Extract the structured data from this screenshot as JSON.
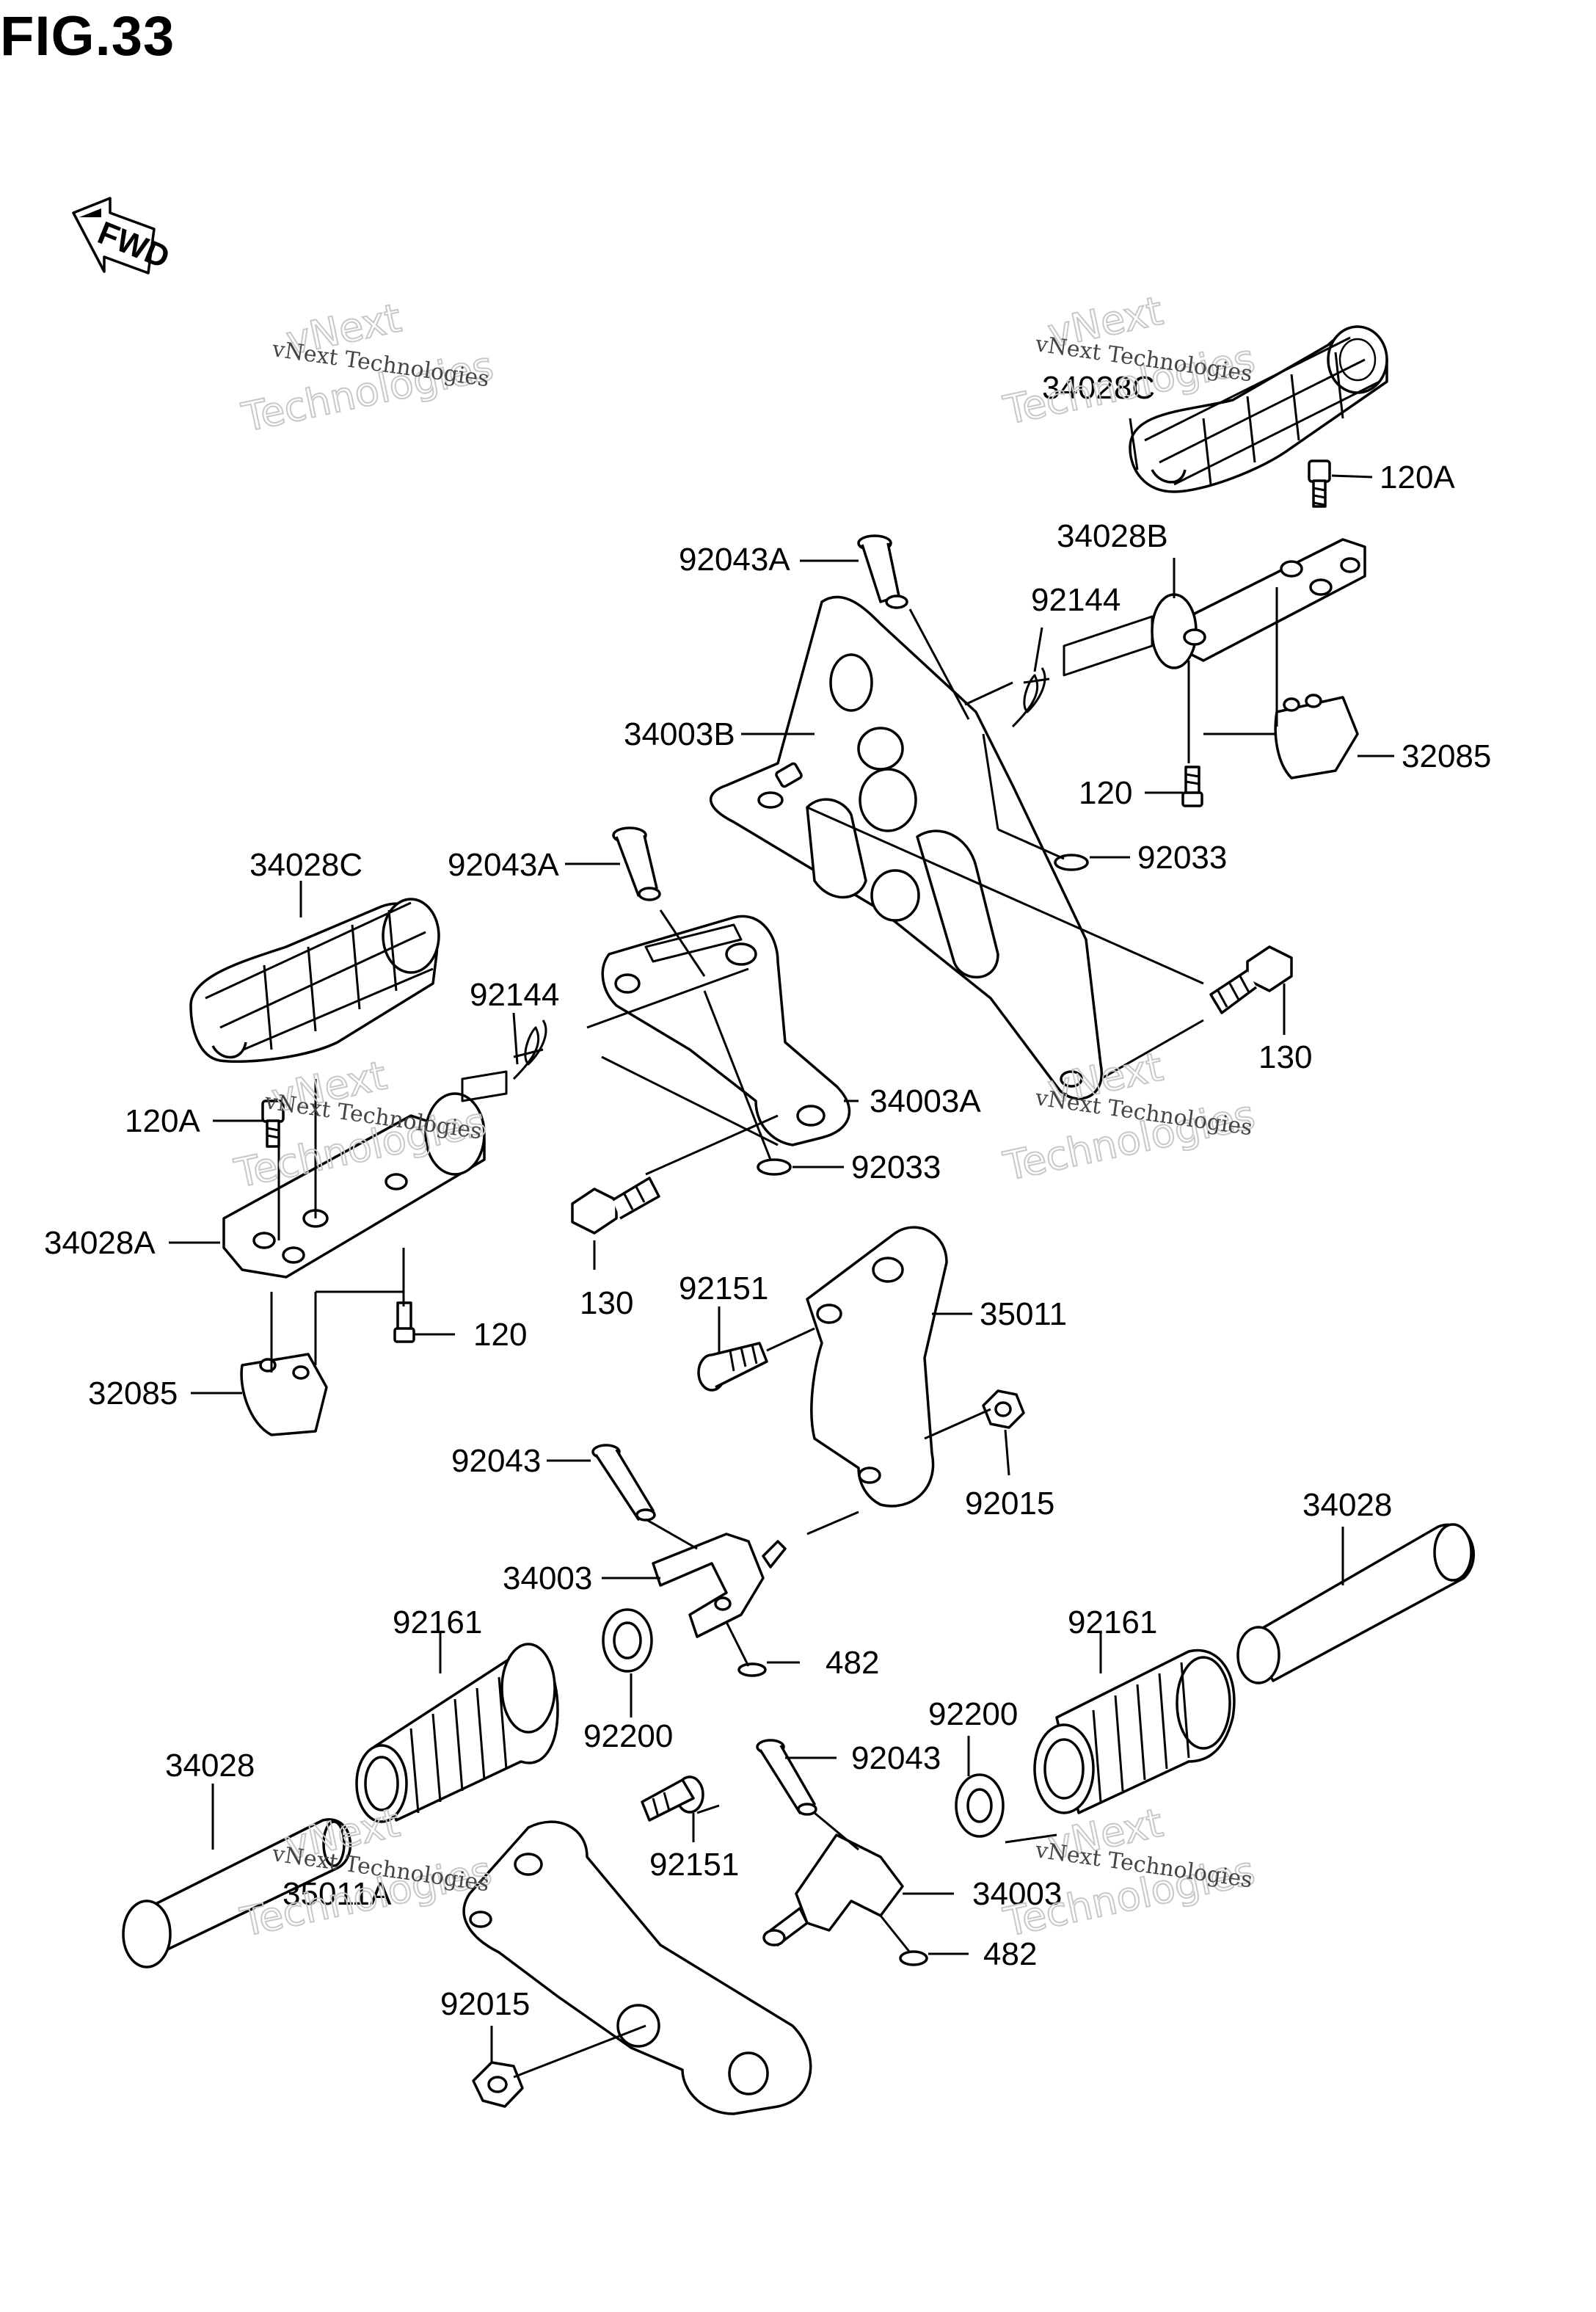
{
  "figure": {
    "title": "FIG.33"
  },
  "fwd_label": "FWD",
  "watermark": {
    "line1": "vNext Technologies",
    "line2": "vNext",
    "line3": "Technologies"
  },
  "callouts": {
    "c_34028C_r": "34028C",
    "c_120A_r": "120A",
    "c_34028B": "34028B",
    "c_92043A_r": "92043A",
    "c_92144_r": "92144",
    "c_34003B": "34003B",
    "c_120_r": "120",
    "c_32085_r": "32085",
    "c_92033_r": "92033",
    "c_34028C_l": "34028C",
    "c_92043A_l": "92043A",
    "c_92144_l": "92144",
    "c_130_r": "130",
    "c_34003A": "34003A",
    "c_120A_l": "120A",
    "c_92033_l": "92033",
    "c_34028A": "34028A",
    "c_130_l": "130",
    "c_92151_t": "92151",
    "c_35011": "35011",
    "c_120_l": "120",
    "c_32085_l": "32085",
    "c_92043_t": "92043",
    "c_92015_r": "92015",
    "c_34028_r": "34028",
    "c_34003_t": "34003",
    "c_92161_l": "92161",
    "c_92161_r": "92161",
    "c_482_t": "482",
    "c_92200_r": "92200",
    "c_34028_l": "34028",
    "c_92200_l": "92200",
    "c_92043_b": "92043",
    "c_92151_b": "92151",
    "c_35011A": "35011A",
    "c_34003_b": "34003",
    "c_482_b": "482",
    "c_92015_l": "92015"
  }
}
